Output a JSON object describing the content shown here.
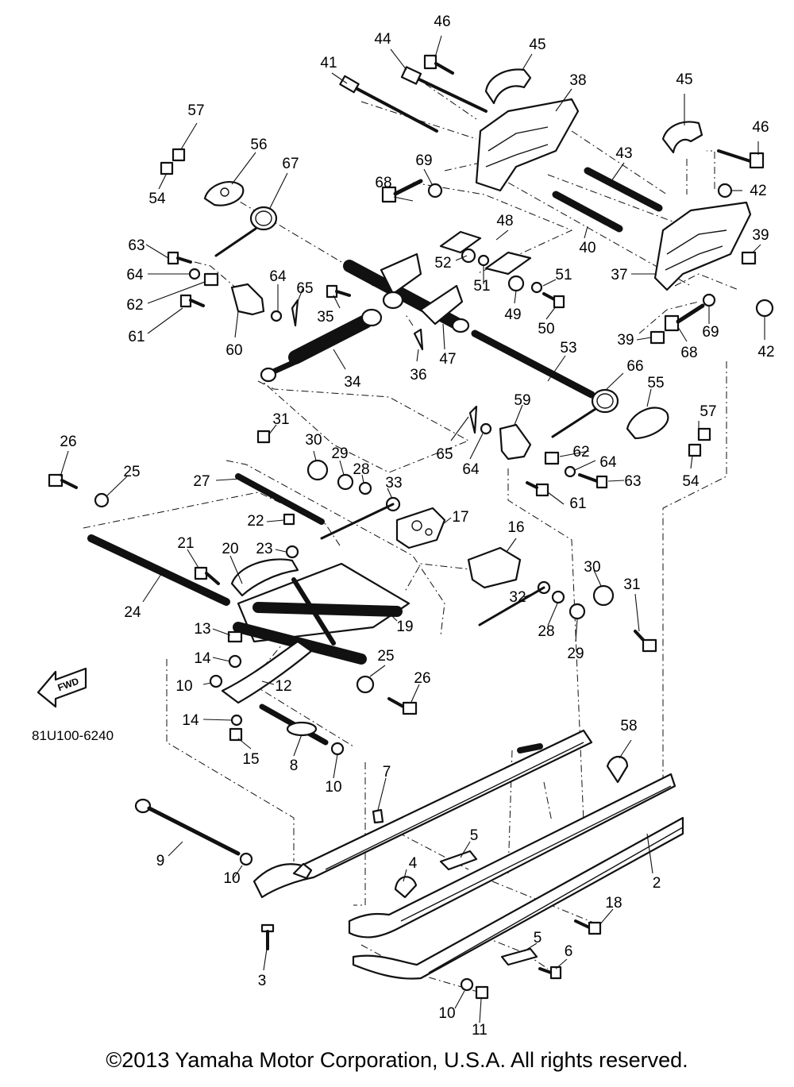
{
  "diagram": {
    "part_number_code": "81U100-6240",
    "direction_label": "FWD",
    "copyright": "©2013 Yamaha Motor Corporation, U.S.A. All rights reserved.",
    "callouts": [
      "2",
      "3",
      "4",
      "5",
      "5",
      "6",
      "7",
      "8",
      "9",
      "10",
      "10",
      "10",
      "10",
      "11",
      "12",
      "13",
      "14",
      "14",
      "15",
      "16",
      "17",
      "18",
      "19",
      "20",
      "21",
      "22",
      "23",
      "24",
      "25",
      "25",
      "26",
      "26",
      "27",
      "28",
      "28",
      "29",
      "29",
      "30",
      "30",
      "31",
      "31",
      "32",
      "33",
      "34",
      "35",
      "36",
      "37",
      "38",
      "39",
      "39",
      "40",
      "41",
      "42",
      "42",
      "43",
      "44",
      "45",
      "45",
      "46",
      "46",
      "47",
      "48",
      "49",
      "50",
      "51",
      "51",
      "52",
      "53",
      "54",
      "54",
      "55",
      "56",
      "57",
      "57",
      "58",
      "59",
      "60",
      "61",
      "61",
      "62",
      "62",
      "63",
      "63",
      "64",
      "64",
      "64",
      "64",
      "65",
      "65",
      "66",
      "67",
      "68",
      "68",
      "69",
      "69"
    ]
  }
}
